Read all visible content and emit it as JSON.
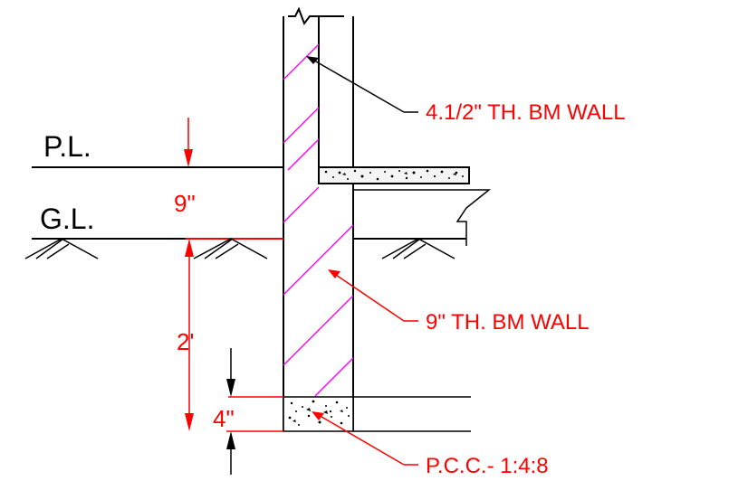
{
  "labels": {
    "plinth_level": "P.L.",
    "ground_level": "G.L.",
    "plinth_height": "9\"",
    "footing_depth": "2'",
    "pcc_thickness": "4\"",
    "upper_wall": "4.1/2\" TH. BM WALL",
    "lower_wall": "9\" TH. BM WALL",
    "pcc_bed": "P.C.C.- 1:4:8"
  },
  "colors": {
    "line": "#000000",
    "dimension": "#ff0000",
    "hatch": "#ff00ff"
  }
}
